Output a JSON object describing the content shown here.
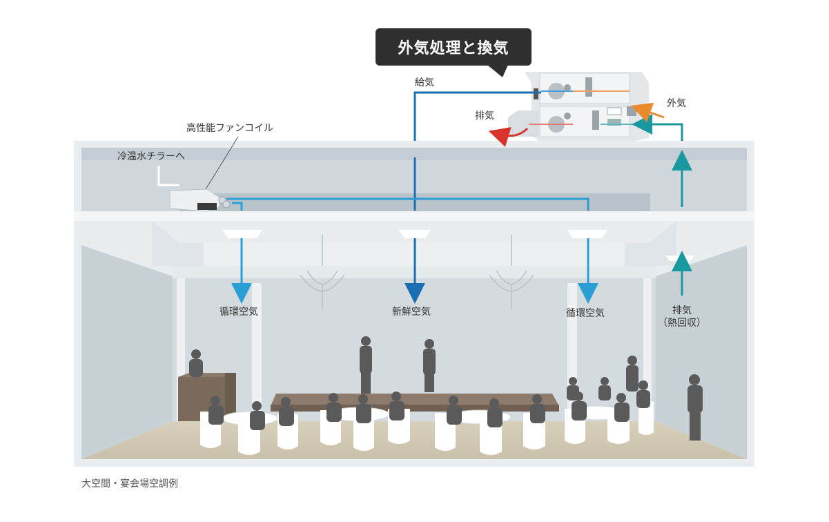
{
  "title": "外気処理と換気",
  "labels": {
    "supply_air": "給気",
    "outside_air": "外気",
    "exhaust_top": "排気",
    "fan_coil": "高性能ファンコイル",
    "chiller": "冷温水チラーへ",
    "recirc_left": "循環空気",
    "fresh_air": "新鮮空気",
    "recirc_right": "循環空気",
    "exhaust_room_line1": "排気",
    "exhaust_room_line2": "（熱回収）"
  },
  "caption": "大空間・宴会場空調例",
  "colors": {
    "supply_blue": "#1a6fb3",
    "recirc_blue": "#2a9fd6",
    "exhaust_teal": "#1a98a0",
    "outside_orange": "#e8892c",
    "exhaust_red": "#d9342b",
    "wall": "#d3dade",
    "floor": "#cfc8b4",
    "silhouette": "#555555"
  },
  "icons": [
    "air-handling-unit-icon",
    "fan-coil-unit-icon",
    "chandelier-icon",
    "people-silhouette-icon",
    "stage-table-icon",
    "podium-icon"
  ]
}
